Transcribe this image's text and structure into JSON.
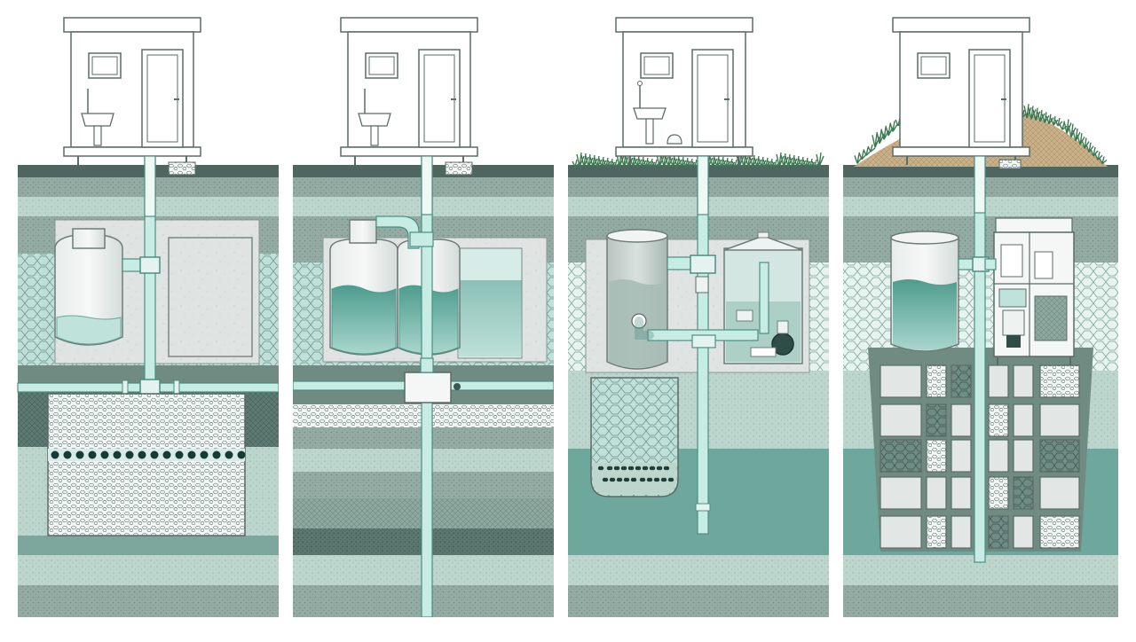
{
  "colors": {
    "background": "#ffffff",
    "outline": "#5b6b66",
    "ground_dark": "#6f8b82",
    "topsoil": "#4f6660",
    "soil_mid": "#93aba3",
    "soil_light": "#bcd6cd",
    "gravel": "#d7eae4",
    "water": "#5fae9f",
    "water_deep": "#3f8f82",
    "pipe": "#c7ece4",
    "pipe_stroke": "#4d8e84",
    "concrete": "#dfe4e2",
    "grass": "#3d7a52",
    "mound_sand": "#c9b088"
  },
  "panels": [
    {
      "id": "panel-1",
      "name": "septic-tank-with-drain-field",
      "ground_cover": "none"
    },
    {
      "id": "panel-2",
      "name": "two-chamber-tank-with-deep-well",
      "ground_cover": "none"
    },
    {
      "id": "panel-3",
      "name": "holding-tank-with-pump-chamber",
      "ground_cover": "grass"
    },
    {
      "id": "panel-4",
      "name": "tank-with-treatment-unit-and-modular-chambers",
      "ground_cover": "grass-mound"
    }
  ],
  "icons": [
    "house-icon",
    "window-icon",
    "door-icon",
    "toilet-icon",
    "sink-icon",
    "pipe-icon",
    "valve-icon",
    "tank-icon",
    "pump-icon",
    "grass-icon"
  ]
}
